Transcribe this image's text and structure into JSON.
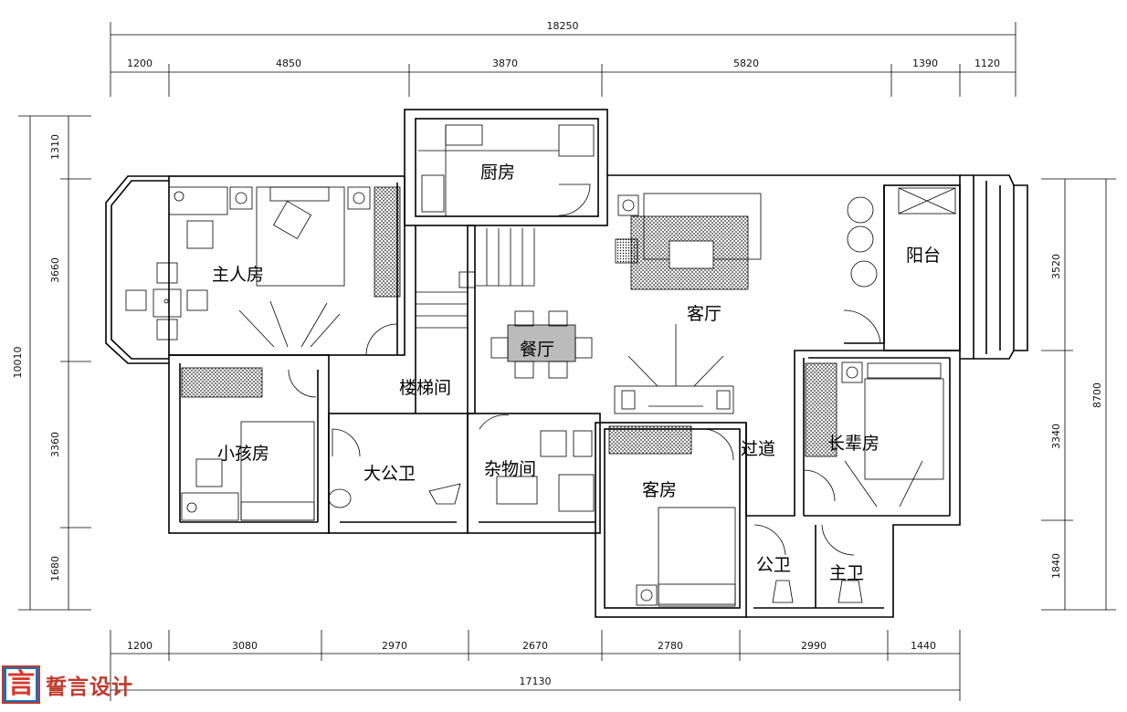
{
  "plan": {
    "rooms": {
      "master_bedroom": "主人房",
      "kitchen": "厨房",
      "living_room": "客厅",
      "balcony": "阳台",
      "dining_room": "餐厅",
      "stairwell": "楼梯间",
      "kids_room": "小孩房",
      "main_bathroom": "大公卫",
      "storage_room": "杂物间",
      "guest_room": "客房",
      "corridor": "过道",
      "elder_room": "长辈房",
      "public_bathroom": "公卫",
      "master_bathroom": "主卫"
    },
    "dimensions": {
      "top_total": "18250",
      "top_segments": [
        "1200",
        "4850",
        "3870",
        "5820",
        "1390",
        "1120"
      ],
      "bottom_total": "17130",
      "bottom_segments": [
        "1200",
        "3080",
        "2970",
        "2670",
        "2780",
        "2990",
        "1440"
      ],
      "left_total": "10010",
      "left_segments": [
        "1310",
        "3660",
        "3360",
        "1680"
      ],
      "right_total": "8700",
      "right_segments": [
        "3520",
        "3340",
        "1840"
      ]
    }
  },
  "brand": {
    "logo_char": "言",
    "name": "誓言设计"
  }
}
